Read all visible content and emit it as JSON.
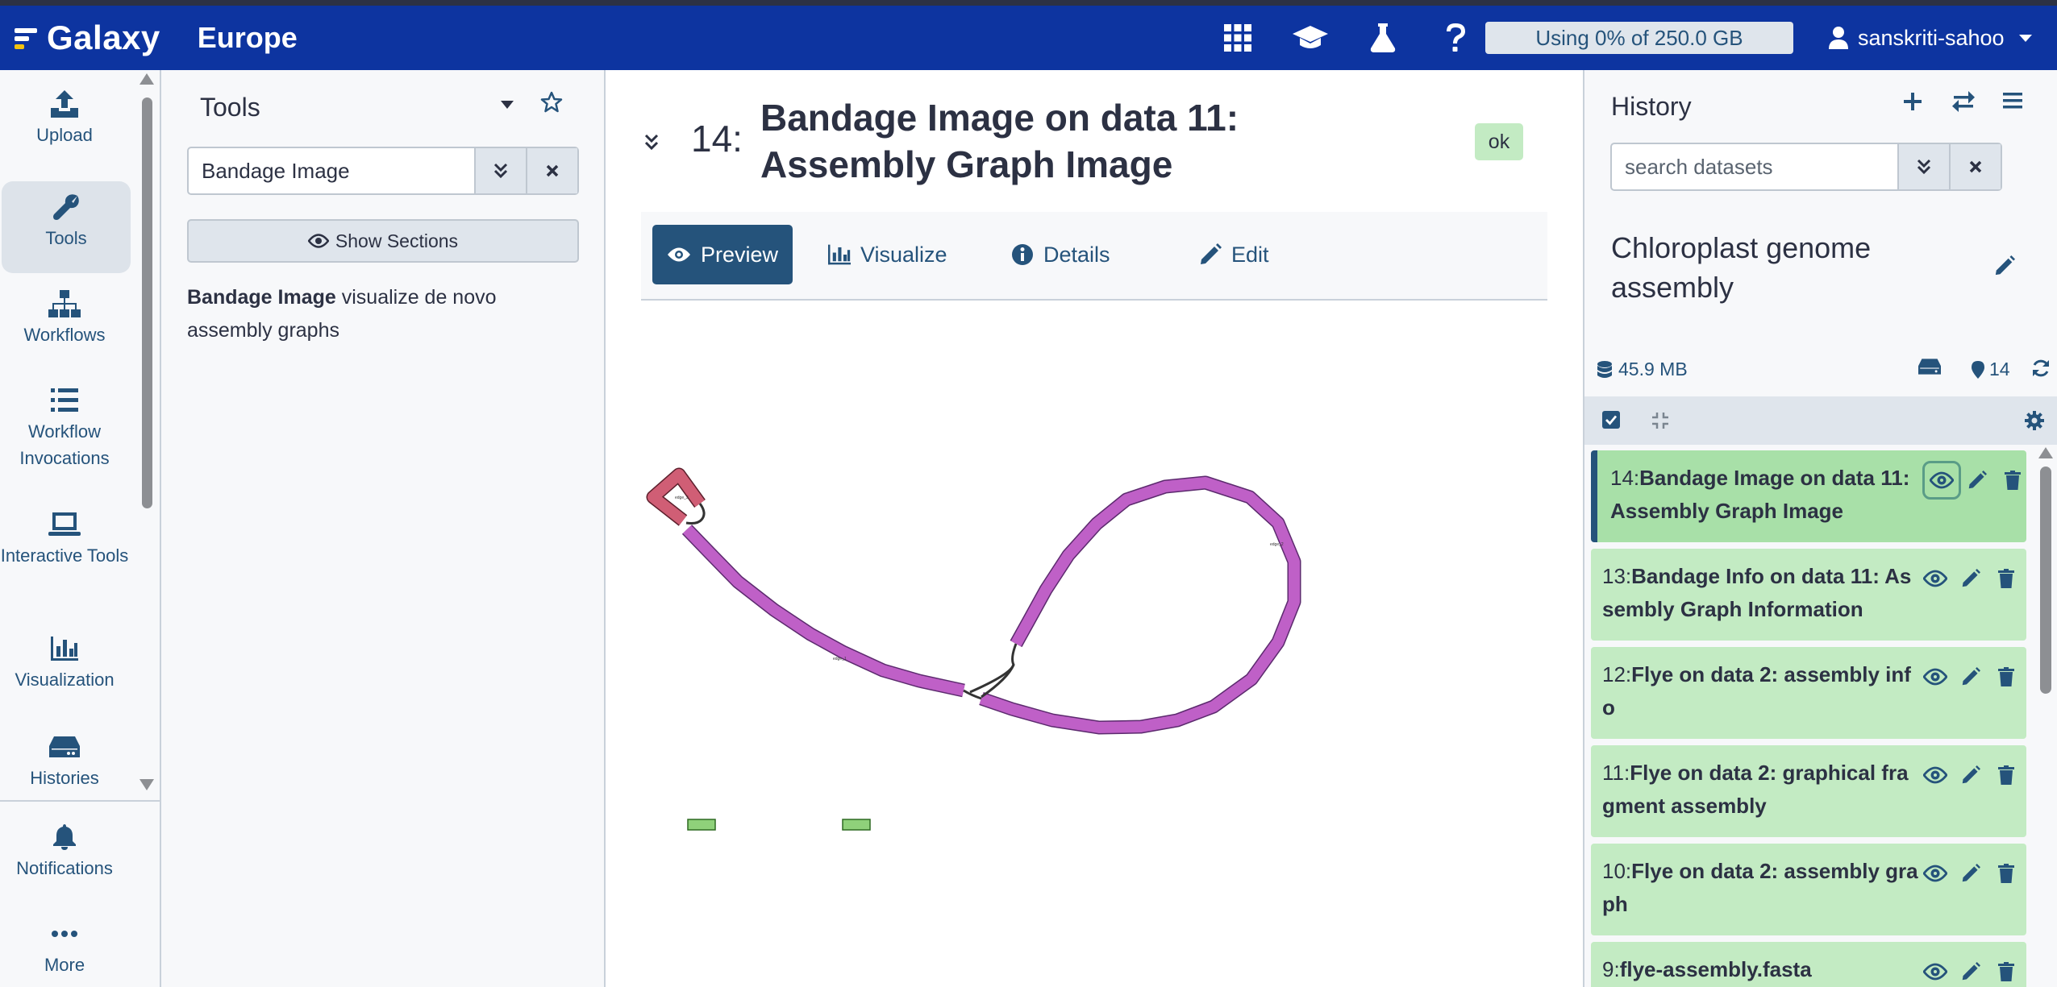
{
  "masthead": {
    "brand": "Galaxy",
    "subtitle": "Europe",
    "quota_text": "Using 0% of 250.0 GB",
    "user": "sanskriti-sahoo",
    "bg_color": "#0d34a0",
    "icons": [
      "apps-grid-icon",
      "graduation-cap-icon",
      "flask-icon",
      "help-icon"
    ]
  },
  "activity_bar": {
    "items": [
      {
        "label": "Upload",
        "icon": "upload-icon"
      },
      {
        "label": "Tools",
        "icon": "wrench-icon",
        "active": true
      },
      {
        "label": "Workflows",
        "icon": "sitemap-icon"
      },
      {
        "label": "Workflow Invocations",
        "icon": "list-icon"
      },
      {
        "label": "Interactive Tools",
        "icon": "laptop-icon"
      },
      {
        "label": "Visualization",
        "icon": "chart-bar-icon"
      },
      {
        "label": "Histories",
        "icon": "hdd-icon"
      },
      {
        "label": "Notifications",
        "icon": "bell-icon"
      },
      {
        "label": "More",
        "icon": "ellipsis-icon"
      }
    ]
  },
  "tool_panel": {
    "title": "Tools",
    "search_value": "Bandage Image",
    "show_sections_label": "Show Sections",
    "result": {
      "name": "Bandage Image",
      "description": "visualize de novo assembly graphs"
    }
  },
  "dataset": {
    "hid": "14:",
    "name": "Bandage Image on data 11: Assembly Graph Image",
    "state": "ok",
    "tabs": [
      {
        "label": "Preview",
        "icon": "eye-icon",
        "active": true
      },
      {
        "label": "Visualize",
        "icon": "chart-bar-icon"
      },
      {
        "label": "Details",
        "icon": "info-circle-icon"
      },
      {
        "label": "Edit",
        "icon": "pencil-icon"
      }
    ]
  },
  "history": {
    "title": "History",
    "search_placeholder": "search datasets",
    "name": "Chloroplast genome assembly",
    "size": "45.9 MB",
    "count": "14",
    "items": [
      {
        "hid": "14:",
        "name": "Bandage Image on data 11: Assembly Graph Image",
        "active": true
      },
      {
        "hid": "13:",
        "name": "Bandage Info on data 11: Assembly Graph Information"
      },
      {
        "hid": "12:",
        "name": "Flye on data 2: assembly info"
      },
      {
        "hid": "11:",
        "name": "Flye on data 2: graphical fragment assembly"
      },
      {
        "hid": "10:",
        "name": "Flye on data 2: assembly graph"
      },
      {
        "hid": "9:",
        "name": "flye-assembly.fasta"
      }
    ]
  }
}
